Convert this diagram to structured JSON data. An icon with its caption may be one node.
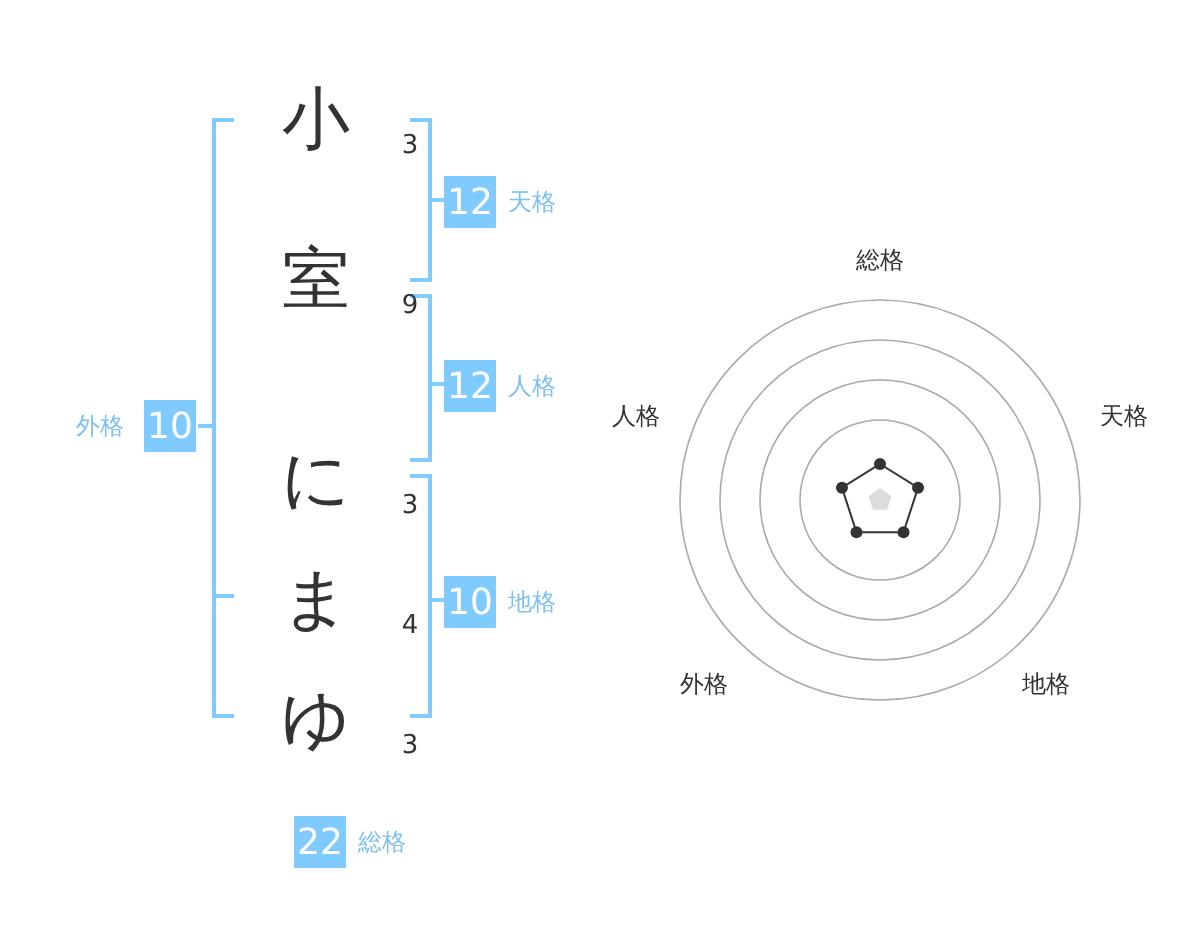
{
  "diagram": {
    "nodes": [
      {
        "text": [
          "12"
        ],
        "beside": [
          "天格"
        ]
      },
      {
        "text": [
          "12"
        ],
        "beside": [
          "人格"
        ]
      },
      {
        "text": [
          "10"
        ],
        "beside": [
          "外格"
        ]
      },
      {
        "text": [
          "10"
        ],
        "beside": [
          "地格"
        ]
      },
      {
        "text": [
          "22"
        ],
        "beside": [
          "総格"
        ]
      }
    ],
    "labels": [
      "小",
      "3",
      "総格",
      "室",
      "9",
      "人格",
      "天格",
      "に",
      "3",
      "ま",
      "4",
      "外格",
      "地格",
      "ゆ",
      "3"
    ]
  }
}
